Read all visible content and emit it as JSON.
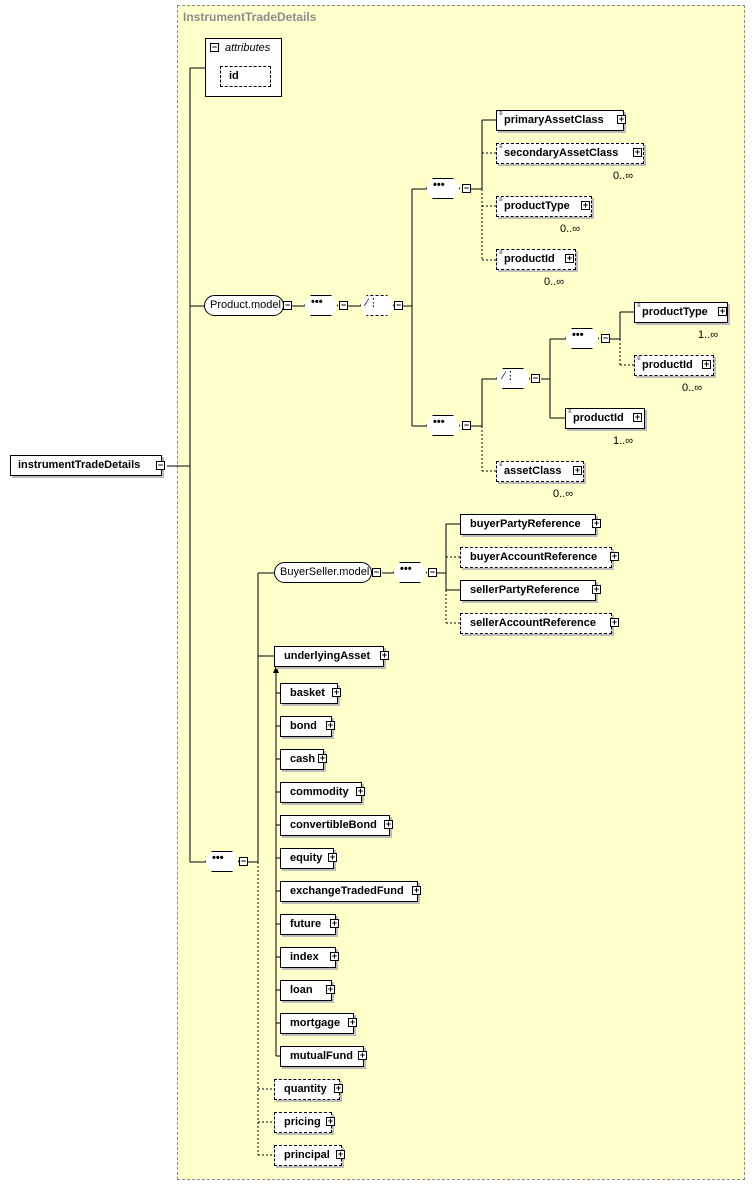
{
  "type_title": "InstrumentTradeDetails",
  "root": "instrumentTradeDetails",
  "attributes": {
    "label": "attributes",
    "items": [
      "id"
    ]
  },
  "groups": {
    "product_model": "Product.model",
    "buyer_seller_model": "BuyerSeller.model"
  },
  "product_seq1": [
    {
      "name": "primaryAssetClass",
      "card": ""
    },
    {
      "name": "secondaryAssetClass",
      "card": "0..∞"
    },
    {
      "name": "productType",
      "card": "0..∞"
    },
    {
      "name": "productId",
      "card": "0..∞"
    }
  ],
  "product_seq2_choice_seq": [
    {
      "name": "productType",
      "card": "1..∞"
    },
    {
      "name": "productId",
      "card": "0..∞"
    }
  ],
  "product_seq2_choice_alt": {
    "name": "productId",
    "card": "1..∞"
  },
  "product_seq2_asset": {
    "name": "assetClass",
    "card": "0..∞"
  },
  "buyer_seller": [
    "buyerPartyReference",
    "buyerAccountReference",
    "sellerPartyReference",
    "sellerAccountReference"
  ],
  "underlying": "underlyingAsset",
  "substitutions": [
    "basket",
    "bond",
    "cash",
    "commodity",
    "convertibleBond",
    "equity",
    "exchangeTradedFund",
    "future",
    "index",
    "loan",
    "mortgage",
    "mutualFund"
  ],
  "tail": [
    "quantity",
    "pricing",
    "principal"
  ],
  "plus": "+",
  "minus": "−"
}
